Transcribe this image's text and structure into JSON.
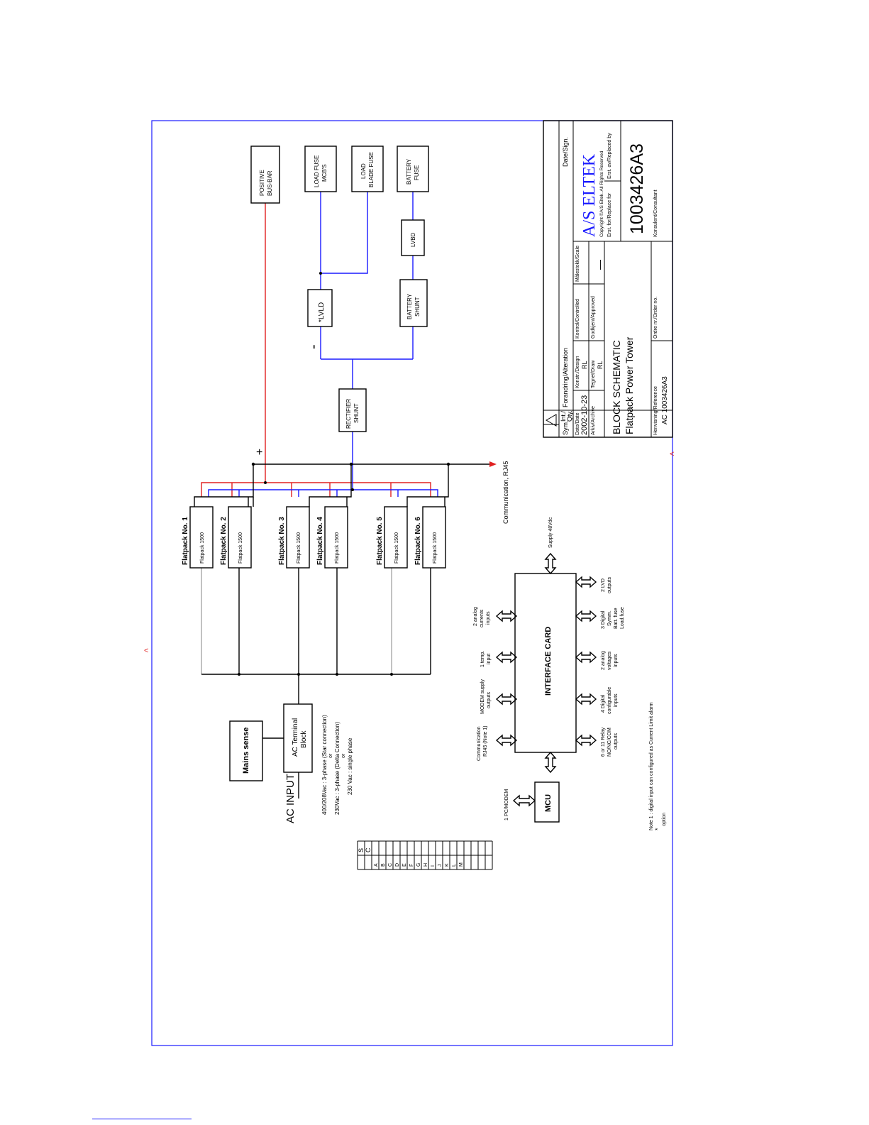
{
  "diagram": {
    "ac_input": "AC  INPUT",
    "mains_sense": "Mains sense",
    "ac_terminal_line1": "AC Terminal",
    "ac_terminal_line2": "Block",
    "voltage_notes": [
      "400/208Vac  :  3-phase (Star connection)",
      "or",
      "230Vac  :  3-phase (Delta Connection)",
      "or",
      "230 Vac  :  single phase"
    ],
    "rectifiers": [
      {
        "title": "Flatpack No. 1",
        "model": "Flatpack 1500"
      },
      {
        "title": "Flatpack No. 2",
        "model": "Flatpack 1500"
      },
      {
        "title": "Flatpack No. 3",
        "model": "Flatpack 1500"
      },
      {
        "title": "Flatpack No. 4",
        "model": "Flatpack 1500"
      },
      {
        "title": "Flatpack No. 5",
        "model": "Flatpack 1500"
      },
      {
        "title": "Flatpack No. 6",
        "model": "Flatpack 1500"
      }
    ],
    "plus_sign": "+",
    "minus_sign": "-",
    "communication": "Communication, RJ45",
    "positive_bus_line1": "POSITIVE",
    "positive_bus_line2": "BUS-BAR",
    "load_fuse_mcb_line1": "LOAD FUSE",
    "load_fuse_mcb_line2": "MCB'S",
    "load_blade_line1": "LOAD",
    "load_blade_line2": "BLADE FUSE",
    "battery_fuse_line1": "BATTERY",
    "battery_fuse_line2": "FUSE",
    "lvld": "*LVLD",
    "lvbd": "LVBD",
    "battery_shunt_line1": "BATTERY",
    "battery_shunt_line2": "SHUNT",
    "rectifier_shunt_line1": "RECTIFIER",
    "rectifier_shunt_line2": "SHUNT",
    "interface_card": "INTERFACE CARD",
    "supply": "Supply 48Vdc",
    "mcu": "MCU",
    "pc_modem": "1 PC/MODEM",
    "interface_top_labels": [
      [
        "Communication",
        "RJ45 (Note 1)"
      ],
      [
        "MODEM supply",
        "outputs"
      ],
      [
        "1 temp.",
        "input"
      ],
      [
        "2 analog",
        "currents",
        "inputs"
      ]
    ],
    "interface_bottom_labels": [
      [
        "6  or 11 Relay",
        "NO/NC/COM",
        "outputs"
      ],
      [
        "4 Digital",
        "configurable",
        "inputs"
      ],
      [
        "2 analog",
        "voltages",
        "inputs"
      ],
      [
        "3 Digital",
        "Symm.",
        "Batt. fuse",
        "Load.fuse"
      ],
      [
        "2 LVD",
        "outputs"
      ]
    ],
    "note1": "Note 1 :  digital input can configured as Current Limit alarm",
    "note_star": "*",
    "note_option": "option"
  },
  "title_block": {
    "sym": "Sym.",
    "int": "Int./",
    "qty": "Qty.",
    "alteration": "Forandring/Alteration",
    "date_sign": "Date/Sign.",
    "dato_label": "Dato/Date",
    "dato_value": "2002-10-23",
    "konstr_label": "Konstr./Design",
    "konstr_value": "RL",
    "kontrol_label": "Kontrol/Controlled",
    "malestokk_label": "Målestokk/Scale",
    "scale_value": "—",
    "arkiv_label": "Arkiv/Archive",
    "tegnet_label": "Tegnet/Draw",
    "tegnet_value": "RL",
    "godkjent_label": "Godkjent/Approved",
    "company": "A/S  ELTEK",
    "copyright": "Copyright ©A/S Eltek.  All Rights Reserved",
    "title1": "BLOCK  SCHEMATIC",
    "title2": "Flatpack Power Tower",
    "erst_for": "Erst. for/Replace for",
    "erst_av": "Erst. av/Replaced by",
    "drawing_number": "1003426A3",
    "henvisning_label": "Henvisning/Reference",
    "henvisning_value": "AC 1003426A3",
    "ordre_label": "Ordre nr./Order no.",
    "konsulent_label": "Konsulent/Consultant"
  },
  "revision_table": {
    "headers": [
      "S",
      "C"
    ],
    "rows": [
      "A",
      "B",
      "C",
      "D",
      "E",
      "F",
      "G",
      "H",
      "I",
      "J",
      "K",
      "L",
      "M"
    ]
  }
}
